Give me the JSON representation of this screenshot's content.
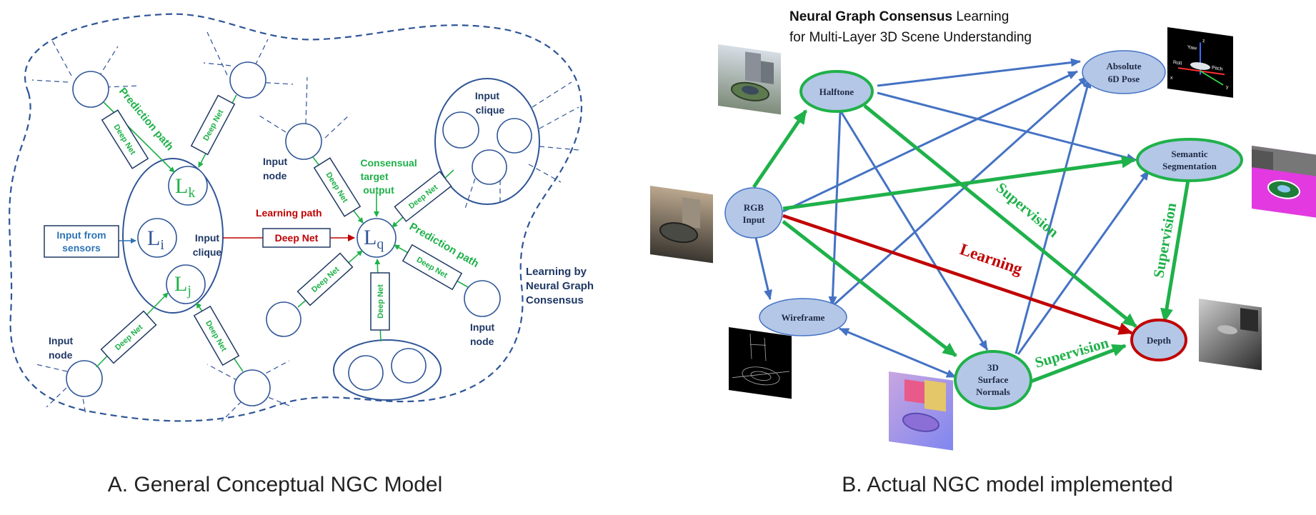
{
  "panel_a": {
    "caption": "A. General Conceptual NGC Model",
    "labels": {
      "prediction_path_1": "Prediction path",
      "prediction_path_2": "Prediction path",
      "learning_path": "Learning path",
      "consensual_line1": "Consensual",
      "consensual_line2": "target",
      "consensual_line3": "output",
      "input_node_1_line1": "Input",
      "input_node_1_line2": "node",
      "input_node_2_line1": "Input",
      "input_node_2_line2": "node",
      "input_node_3_line1": "Input",
      "input_node_3_line2": "node",
      "input_clique_1_line1": "Input",
      "input_clique_1_line2": "clique",
      "input_clique_2_line1": "Input",
      "input_clique_2_line2": "clique",
      "sensors_line1": "Input from",
      "sensors_line2": "sensors",
      "consensus_line1": "Learning by",
      "consensus_line2": "Neural Graph",
      "consensus_line3": "Consensus"
    },
    "deep_net": "Deep Net",
    "deep_net_main": "Deep Net",
    "math": {
      "lk": "L",
      "lk_sub": "k",
      "li": "L",
      "li_sub": "i",
      "lj": "L",
      "lj_sub": "j",
      "lq": "L",
      "lq_sub": "q"
    }
  },
  "panel_b": {
    "caption": "B. Actual NGC model implemented",
    "title_bold": "Neural Graph Consensus",
    "title_rest": " Learning",
    "title_line2": "for Multi-Layer 3D Scene Understanding",
    "nodes": {
      "halftone": "Halftone",
      "absolute_l1": "Absolute",
      "absolute_l2": "6D Pose",
      "semantic_l1": "Semantic",
      "semantic_l2": "Segmentation",
      "rgb_l1": "RGB",
      "rgb_l2": "Input",
      "wireframe": "Wireframe",
      "normals_l1": "3D",
      "normals_l2": "Surface",
      "normals_l3": "Normals",
      "depth": "Depth"
    },
    "edge_labels": {
      "supervision_1": "Supervision",
      "supervision_2": "Supervision",
      "supervision_3": "Supervision",
      "learning": "Learning"
    },
    "pose_axes": {
      "yaw": "Yaw",
      "roll": "Roll",
      "pitch": "Pitch",
      "x": "x",
      "y": "y",
      "z": "z"
    }
  },
  "colors": {
    "navy": "#1f3864",
    "blue_edge": "#4472c4",
    "green": "#1fb14a",
    "red": "#c00000",
    "node_fill": "#b4c7e7"
  }
}
